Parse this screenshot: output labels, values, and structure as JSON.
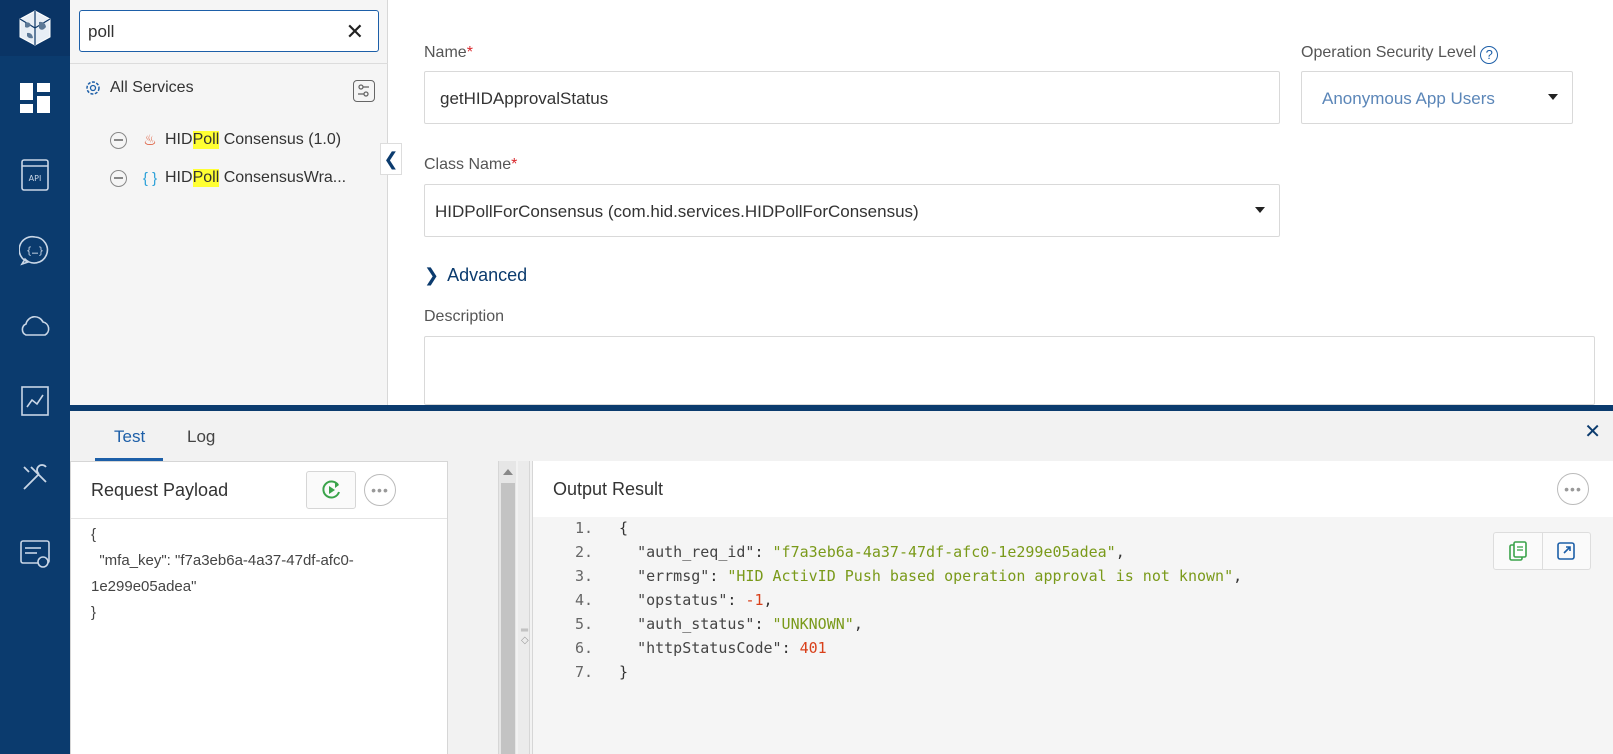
{
  "search": {
    "value": "poll"
  },
  "tree": {
    "root_label": "All Services",
    "nodes": [
      {
        "prefix": "HID",
        "match": "Poll",
        "suffix": "Consensus (1.0)",
        "icon": "java-icon"
      },
      {
        "prefix": "HID",
        "match": "Poll",
        "suffix": "ConsensusWra...",
        "icon": "json-braces-icon"
      }
    ]
  },
  "form": {
    "name_label": "Name",
    "name_value": "getHIDApprovalStatus",
    "security_label": "Operation Security Level",
    "security_help": "?",
    "security_value": "Anonymous App Users",
    "class_label": "Class Name",
    "class_value": "HIDPollForConsensus (com.hid.services.HIDPollForConsensus)",
    "advanced_label": "Advanced",
    "description_label": "Description",
    "required_mark": "*"
  },
  "bottom": {
    "tabs": [
      "Test",
      "Log"
    ],
    "active_tab": "Test",
    "request_title": "Request Payload",
    "payload_text": "{\n  \"mfa_key\": \"f7a3eb6a-4a37-47df-afc0-\n1e299e05adea\"\n}",
    "output_title": "Output Result",
    "output_lines": [
      {
        "no": "1.",
        "indent": "",
        "key": "",
        "value": "",
        "type": "brace",
        "text": "{"
      },
      {
        "no": "2.",
        "indent": "  ",
        "key": "\"auth_req_id\"",
        "value": "\"f7a3eb6a-4a37-47df-afc0-1e299e05adea\"",
        "type": "string",
        "trail": ","
      },
      {
        "no": "3.",
        "indent": "  ",
        "key": "\"errmsg\"",
        "value": "\"HID ActivID Push based operation approval is not known\"",
        "type": "string",
        "trail": ","
      },
      {
        "no": "4.",
        "indent": "  ",
        "key": "\"opstatus\"",
        "value": "-1",
        "type": "number",
        "trail": ","
      },
      {
        "no": "5.",
        "indent": "  ",
        "key": "\"auth_status\"",
        "value": "\"UNKNOWN\"",
        "type": "string",
        "trail": ","
      },
      {
        "no": "6.",
        "indent": "  ",
        "key": "\"httpStatusCode\"",
        "value": "401",
        "type": "number",
        "trail": ""
      },
      {
        "no": "7.",
        "indent": "",
        "key": "",
        "value": "",
        "type": "brace",
        "text": "}"
      }
    ]
  },
  "colors": {
    "nav": "#0b3b6e",
    "accent": "#1d5fa8",
    "string": "#7a9a1a",
    "number": "#d9401a",
    "highlight": "#ffff33"
  }
}
